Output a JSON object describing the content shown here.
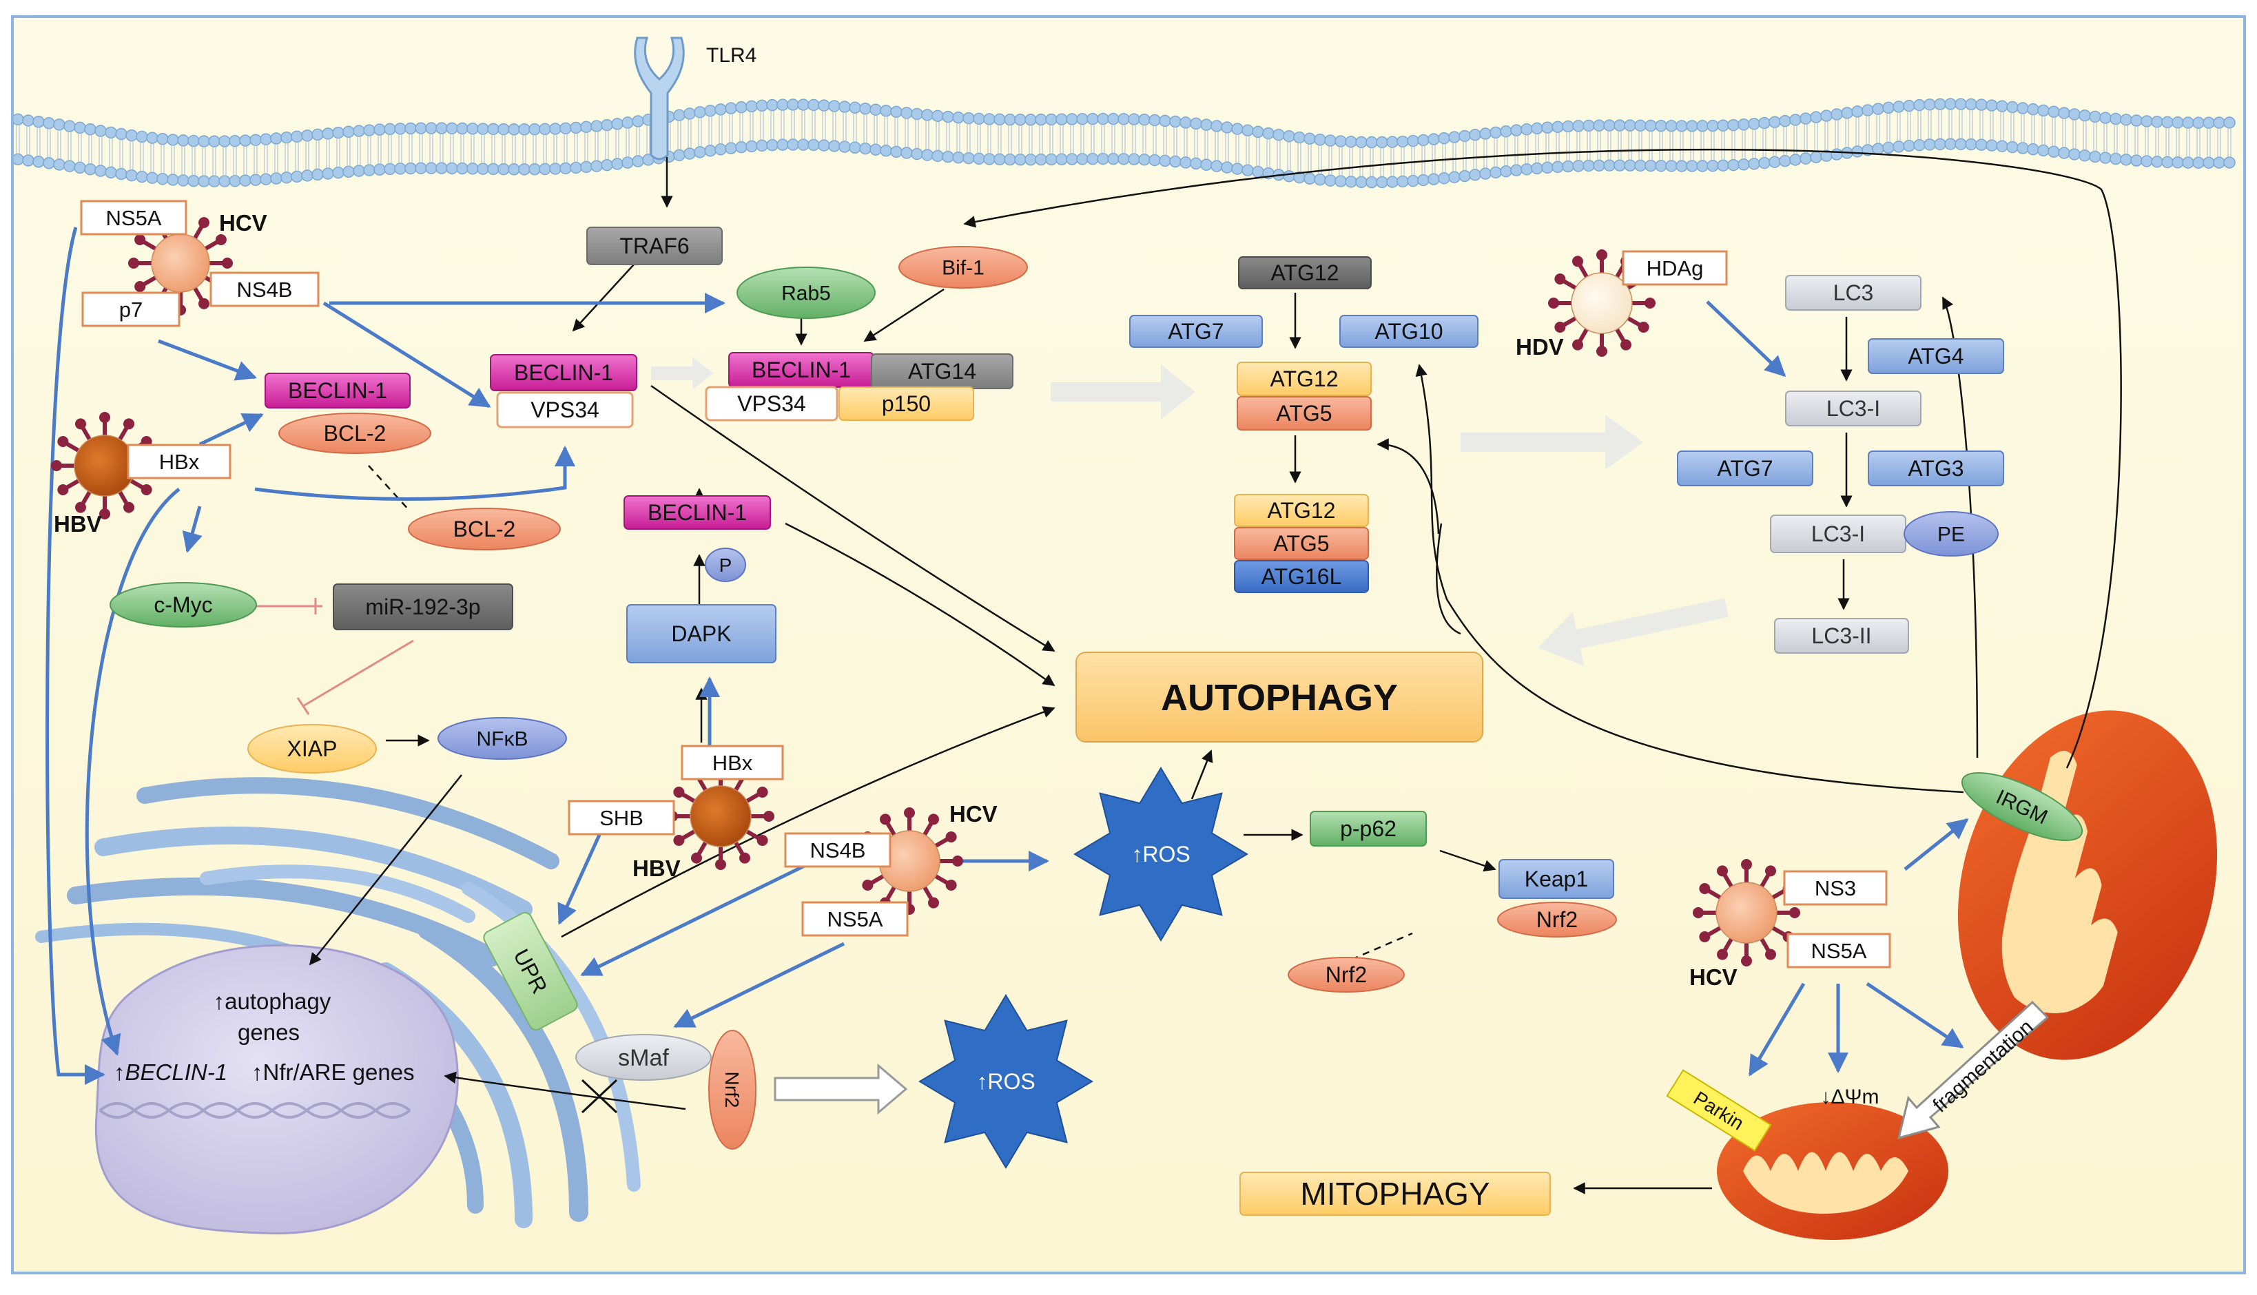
{
  "colors": {
    "cytoplasm": "#fdf9e1",
    "membrane_head": "#9fc3e6",
    "virus_body": "#f4a582",
    "hbv_body": "#c65a12",
    "virus_spike": "#8a2240",
    "arrow_blue": "#4a7ac8",
    "beclin_magenta": "#d62fa8",
    "bcl2_salmon": "#f29a79",
    "atg_blue": "#8fb2e6",
    "atg12_yellow": "#ffd77a",
    "atg5_salmon": "#f29a79",
    "gray_box": "#8c8c8c",
    "dark_gray_box": "#707070",
    "ros_blue": "#2f6ec4",
    "autophagy_fill": "#fcd283",
    "mito_outer": "#e0481c",
    "mito_inner": "#ffe6b0",
    "green_oval": "#7cc27e",
    "lavender_oval": "#8fa3de"
  },
  "membrane": {
    "receptor": "TLR4"
  },
  "viruses": {
    "hcv_top": {
      "label": "HCV",
      "proteins": [
        "NS5A",
        "NS4B",
        "p7"
      ]
    },
    "hbv_left": {
      "label": "HBV",
      "protein": "HBx"
    },
    "hbv_center": {
      "label": "HBV",
      "proteins": [
        "HBx",
        "SHB"
      ]
    },
    "hcv_center": {
      "label": "HCV",
      "proteins": [
        "NS4B",
        "NS5A"
      ]
    },
    "hdv": {
      "label": "HDV",
      "protein": "HDAg"
    },
    "hcv_right": {
      "label": "HCV",
      "proteins": [
        "NS3",
        "NS5A"
      ]
    }
  },
  "nodes": {
    "traf6": "TRAF6",
    "rab5": "Rab5",
    "bif1": "Bif-1",
    "beclin1_a": "BECLIN-1",
    "bcl2_a": "BCL-2",
    "beclin1_b": "BECLIN-1",
    "vps34_b": "VPS34",
    "beclin1_c": "BECLIN-1",
    "atg14": "ATG14",
    "vps34_c": "VPS34",
    "p150": "p150",
    "bcl2_b": "BCL-2",
    "beclin1_d": "BECLIN-1",
    "phospho": "P",
    "dapk": "DAPK",
    "cmyc": "c-Myc",
    "mir": "miR-192-3p",
    "xiap": "XIAP",
    "nfkb": "NFκB",
    "atg12_top": "ATG12",
    "atg7_a": "ATG7",
    "atg10": "ATG10",
    "atg12_b": "ATG12",
    "atg5_b": "ATG5",
    "atg12_c": "ATG12",
    "atg5_c": "ATG5",
    "atg16l": "ATG16L",
    "lc3": "LC3",
    "atg4": "ATG4",
    "lc3_i_a": "LC3-I",
    "atg7_b": "ATG7",
    "atg3": "ATG3",
    "lc3_i_b": "LC3-I",
    "pe": "PE",
    "lc3_ii": "LC3-II",
    "autophagy": "AUTOPHAGY",
    "ros_a": "↑ROS",
    "pp62": "p-p62",
    "keap1": "Keap1",
    "nrf2_keap": "Nrf2",
    "nrf2_free": "Nrf2",
    "upr": "UPR",
    "smaf": "sMaf",
    "nrf2_v": "Nrf2",
    "ros_b": "↑ROS",
    "irgm": "IRGM",
    "parkin": "Parkin",
    "dpsi": "↓ΔΨm",
    "fragmentation": "fragmentation",
    "mitophagy": "MITOPHAGY"
  },
  "nucleus": {
    "line1": "↑autophagy",
    "line2": "genes",
    "beclin_prefix": "↑",
    "beclin_gene": "BECLIN-1",
    "nrf_genes": "↑Nfr/ARE genes"
  }
}
